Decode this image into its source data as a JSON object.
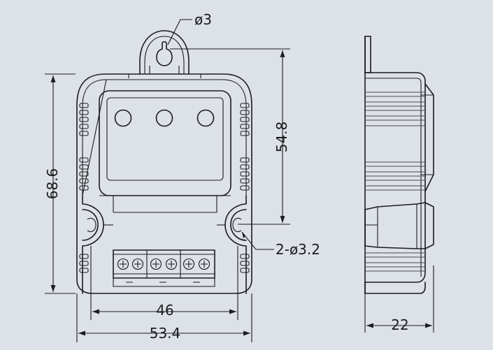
{
  "colors": {
    "background": "#dde1e8",
    "line": "#1c1c1c"
  },
  "dimensions": {
    "hole_dia": "ø3",
    "mount_holes": "2-ø3.2",
    "total_height": "68.6",
    "hole_spacing_vertical": "54.8",
    "inner_width": "46",
    "total_width": "53.4",
    "depth": "22"
  }
}
